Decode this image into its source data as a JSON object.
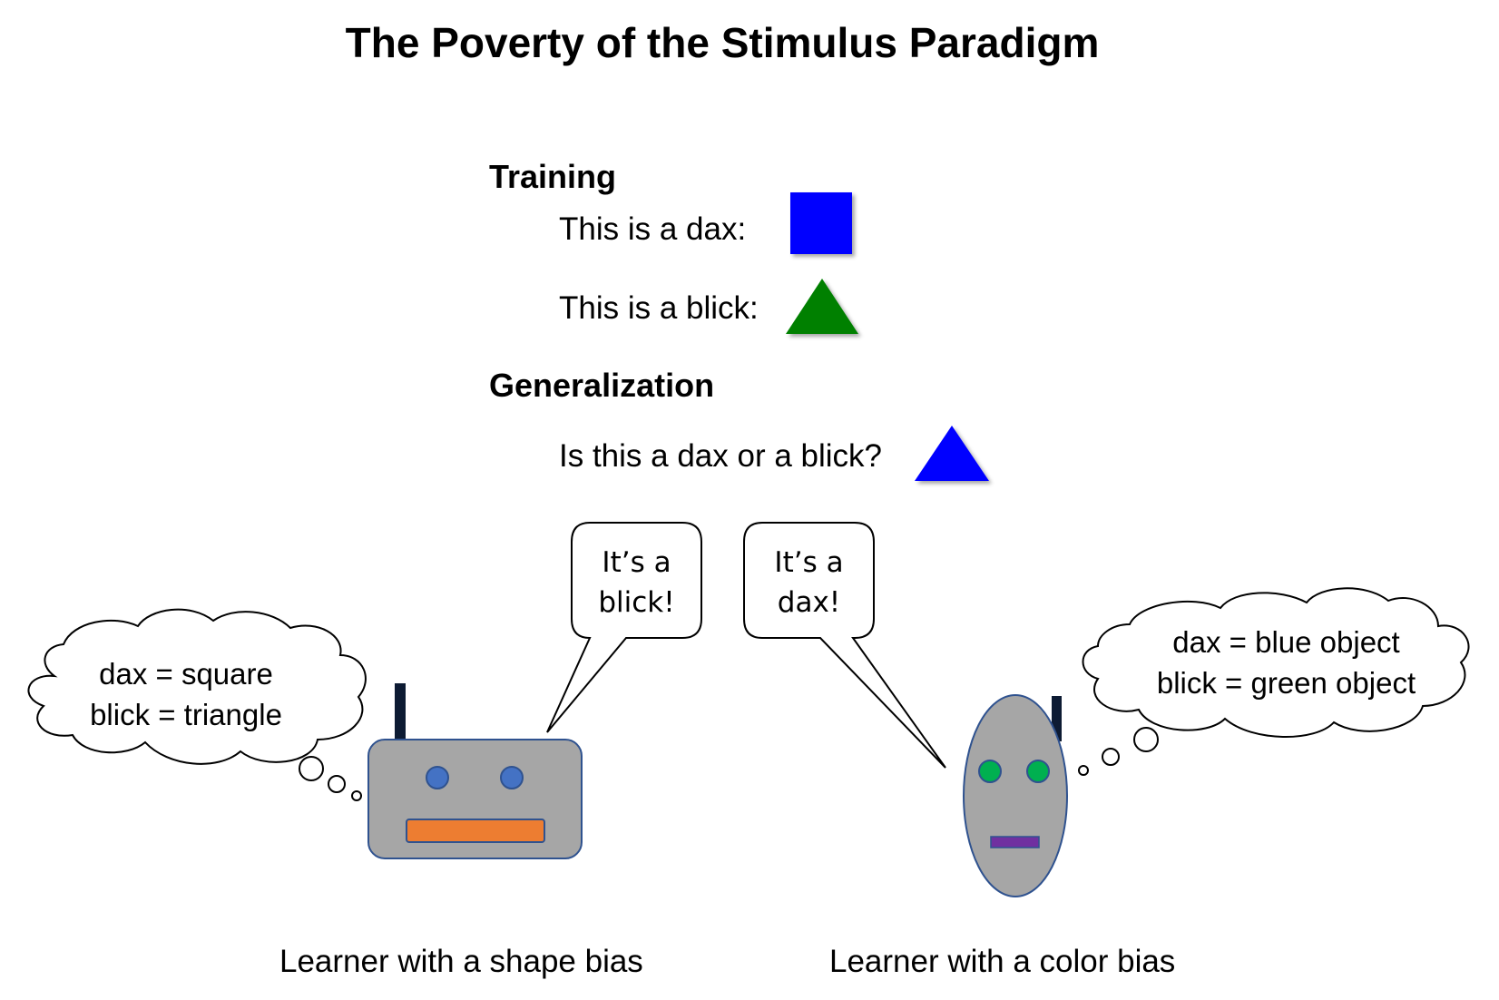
{
  "title": "The Poverty of the Stimulus Paradigm",
  "training": {
    "heading": "Training",
    "items": [
      {
        "label": "This is a dax:",
        "shape": "square",
        "color": "#0000ff"
      },
      {
        "label": "This is a blick:",
        "shape": "triangle",
        "color": "#008000"
      }
    ]
  },
  "generalization": {
    "heading": "Generalization",
    "question": "Is this a dax or a blick?",
    "shape": "triangle",
    "color": "#0000ff"
  },
  "learners": [
    {
      "caption": "Learner with a shape bias",
      "speech": [
        "It’s a",
        "blick!"
      ],
      "thought": [
        "dax = square",
        "blick = triangle"
      ],
      "face_color": "#a6a6a6",
      "eye_color": "#4472c4",
      "mouth_color": "#ed7d31",
      "antenna_color": "#0d1b33"
    },
    {
      "caption": "Learner with a color bias",
      "speech": [
        "It’s a",
        "dax!"
      ],
      "thought": [
        "dax = blue object",
        "blick = green object"
      ],
      "face_color": "#a6a6a6",
      "eye_color": "#00b050",
      "mouth_color": "#7030a0",
      "antenna_color": "#0d1b33"
    }
  ]
}
